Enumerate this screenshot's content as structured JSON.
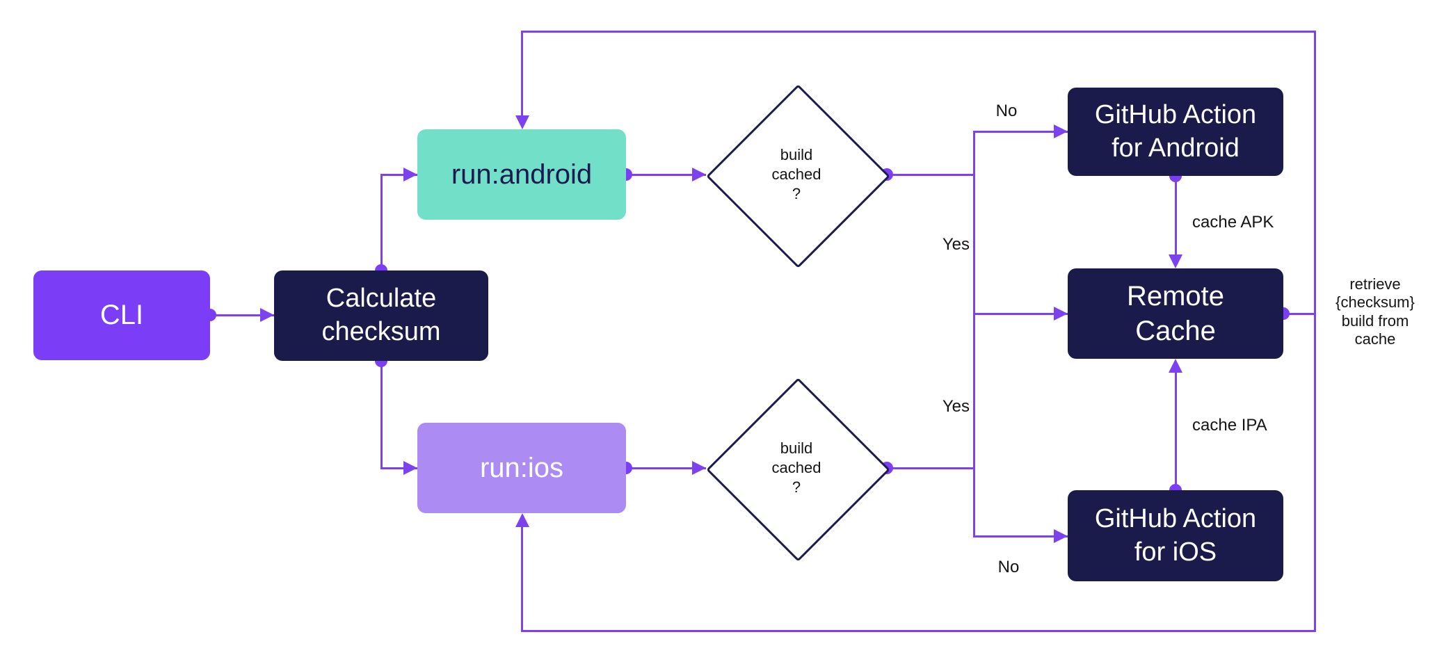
{
  "diagram": {
    "title_hint": "Build caching flow for CLI android/ios runs",
    "colors": {
      "background": "#ffffff",
      "accent_purple": "#7b3df5",
      "connector_purple": "#7c42f0",
      "navy": "#1a1a4b",
      "teal": "#72e0c9",
      "light_purple": "#ac8bf2",
      "label_text": "#141414"
    },
    "nodes": {
      "cli": {
        "label": "CLI"
      },
      "calculate_checksum": {
        "label": "Calculate\nchecksum"
      },
      "run_android": {
        "label": "run:android"
      },
      "run_ios": {
        "label": "run:ios"
      },
      "build_cached_android": {
        "label": "build\ncached\n?"
      },
      "build_cached_ios": {
        "label": "build\ncached\n?"
      },
      "github_action_android": {
        "label": "GitHub Action\nfor Android"
      },
      "remote_cache": {
        "label": "Remote\nCache"
      },
      "github_action_ios": {
        "label": "GitHub Action\nfor iOS"
      }
    },
    "edge_labels": {
      "no_android": "No",
      "yes_android": "Yes",
      "yes_ios": "Yes",
      "no_ios": "No",
      "cache_apk": "cache APK",
      "cache_ipa": "cache IPA",
      "retrieve": "retrieve\n{checksum}\nbuild from\ncache"
    }
  }
}
